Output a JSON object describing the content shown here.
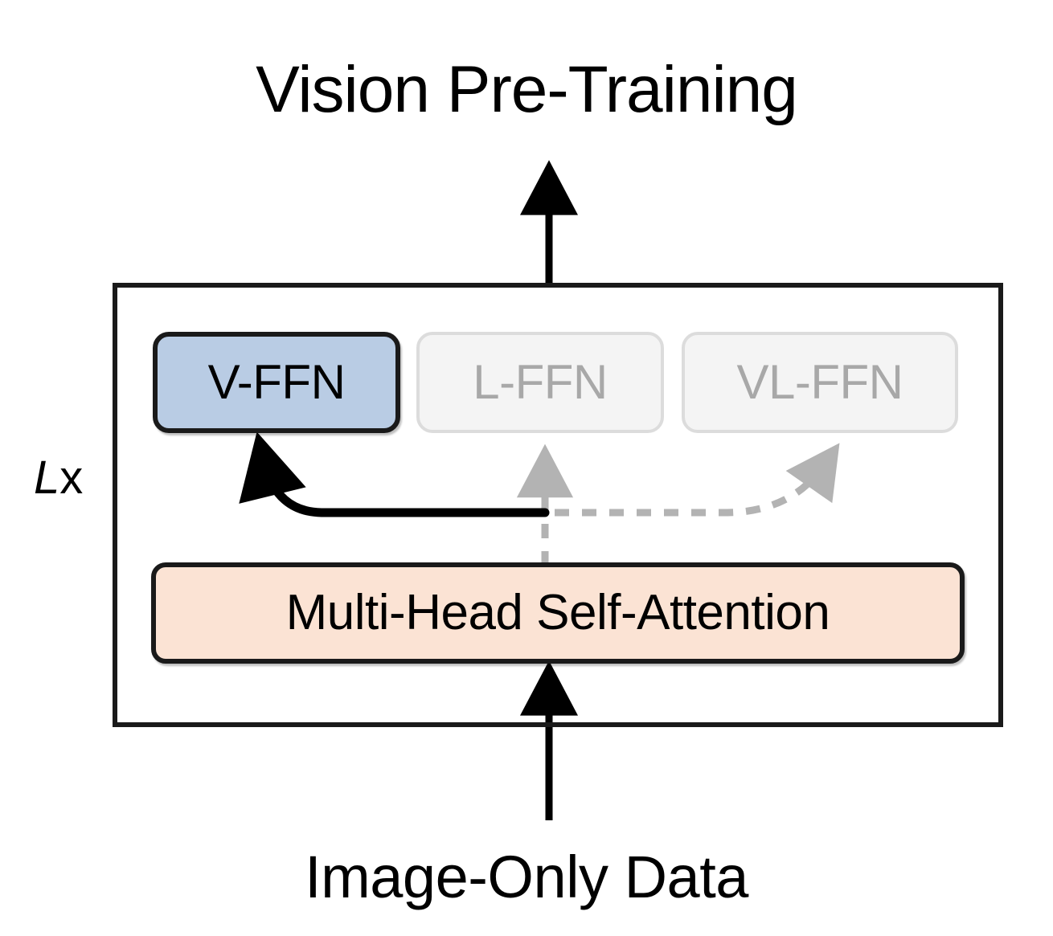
{
  "diagram": {
    "title": "Vision Pre-Training",
    "input_label": "Image-Only Data",
    "repeat_label": {
      "symbol": "L",
      "suffix": "x"
    },
    "colors": {
      "active_fill": "#b9cce4",
      "inactive_fill": "#f4f4f4",
      "inactive_border": "#dcdcdc",
      "inactive_text": "#a8a8a8",
      "attention_fill": "#fbe3d4",
      "stroke": "#1a1a1a",
      "inactive_stroke": "#b3b3b3",
      "background": "#ffffff"
    },
    "attention": {
      "label": "Multi-Head Self-Attention"
    },
    "experts": [
      {
        "label": "V-FFN",
        "state": "active",
        "name": "vision-ffn"
      },
      {
        "label": "L-FFN",
        "state": "inactive",
        "name": "language-ffn"
      },
      {
        "label": "VL-FFN",
        "state": "inactive",
        "name": "vision-language-ffn"
      }
    ],
    "routes": [
      {
        "from": "attention",
        "to": "V-FFN",
        "style": "solid",
        "state": "active"
      },
      {
        "from": "attention",
        "to": "L-FFN",
        "style": "dashed",
        "state": "inactive"
      },
      {
        "from": "attention",
        "to": "VL-FFN",
        "style": "dashed",
        "state": "inactive"
      }
    ],
    "io_arrows": [
      {
        "name": "input-arrow",
        "label": "Image-Only Data",
        "direction": "up"
      },
      {
        "name": "output-arrow",
        "label": "Vision Pre-Training",
        "direction": "up"
      }
    ]
  }
}
